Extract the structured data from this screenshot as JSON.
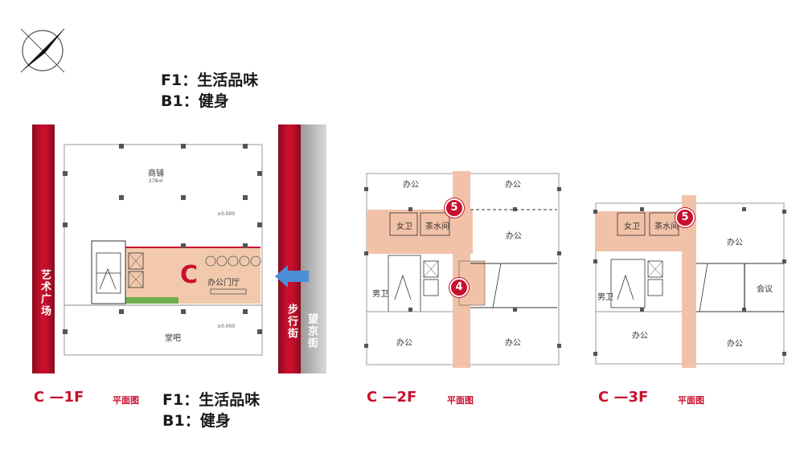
{
  "functions_top": {
    "f1": "F1：生活品味",
    "b1": "B1：健身"
  },
  "functions_bottom": {
    "f1": "F1：生活品味",
    "b1": "B1：健身"
  },
  "left_street": "艺术广场",
  "right_street": {
    "line1": "步行街",
    "line2": "望京街"
  },
  "plan1": {
    "floor": "C —1F",
    "plan_label": "平面图",
    "shop": "商铺",
    "shop_area": "278㎡",
    "elev_top": "±0.000",
    "lobby_letter": "C",
    "lobby": "办公门厅",
    "hall": "堂吧",
    "elev_bottom": "±0.000"
  },
  "plan2": {
    "floor": "C —2F",
    "plan_label": "平面图",
    "office_top_left": "办公",
    "office_top_right": "办公",
    "office_right": "办公",
    "office_bottom_left": "办公",
    "office_bottom_right": "办公",
    "female_wc": "女卫",
    "tea_room": "茶水间",
    "male_wc": "男卫",
    "badge_5": "5",
    "badge_4": "4"
  },
  "plan3": {
    "floor": "C —3F",
    "plan_label": "平面图",
    "office_right": "办公",
    "meeting": "会议",
    "office_bottom_left": "办公",
    "office_bottom_right": "办公",
    "female_wc": "女卫",
    "tea_room": "茶水间",
    "male_wc": "男卫",
    "badge_5": "5"
  },
  "colors": {
    "brand_red": "#c8102e",
    "corridor_peach": "#f2c2a8",
    "arrow_blue": "#4a8fd8"
  }
}
